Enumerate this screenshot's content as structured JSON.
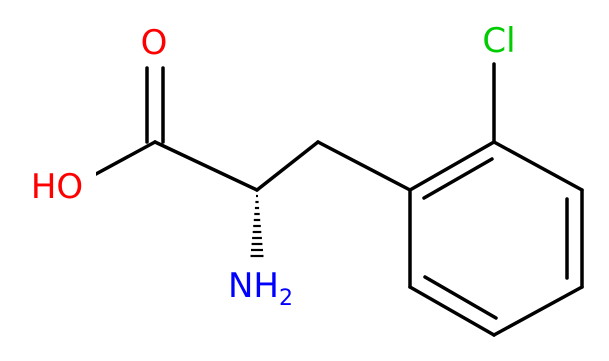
{
  "molecule": {
    "atoms": {
      "hydroxyl": "HO",
      "carbonyl_oxygen": "O",
      "amine_main": "NH",
      "amine_subscript": "2",
      "chlorine": "Cl"
    },
    "colors": {
      "bond": "#000000",
      "oxygen": "#ff0000",
      "nitrogen": "#0000ff",
      "chlorine": "#00cc00"
    }
  }
}
